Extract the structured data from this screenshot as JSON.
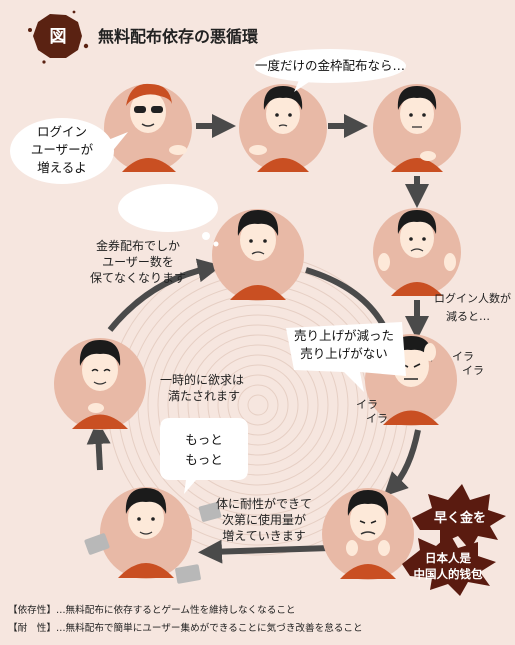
{
  "header": {
    "badge": "図",
    "title": "無料配布依存の悪循環"
  },
  "colors": {
    "background": "#f6e6df",
    "circle": "#e8b9a6",
    "circle_edge": "#d9a48e",
    "arrow": "#4a4a4a",
    "badge": "#5a2212",
    "shirt": "#c94f22",
    "hair": "#1b1b1b",
    "skin": "#fde9d9",
    "starburst": "#5a1b10"
  },
  "labels": {
    "top_speech": "一度だけの金枠配布なら…",
    "login_bubble": [
      "ログイン",
      "ユーザーが",
      "増えるよ"
    ],
    "login_drop": [
      "ログイン人数が",
      "減ると…"
    ],
    "sales_bubble": [
      "売り上げが減った",
      "売り上げがない"
    ],
    "ira_top": [
      "イラ",
      "イラ"
    ],
    "ira_bottom": [
      "イラ",
      "イラ"
    ],
    "cycle_top": [
      "金券配布でしか",
      "ユーザー数を",
      "保てなくなります"
    ],
    "cycle_left": [
      "一時的に欲求は",
      "満たされます"
    ],
    "motto_bubble": [
      "もっと",
      "もっと"
    ],
    "tolerance": [
      "体に耐性ができて",
      "次第に使用量が",
      "増えていきます"
    ],
    "burst_top": "早く金を",
    "burst_bottom": [
      "日本人是",
      "中国人的钱包"
    ]
  },
  "footer": {
    "line1": "【依存性】…無料配布に依存するとゲーム性を維持しなくなること",
    "line2": "【耐　性】…無料配布で簡単にユーザー集めができることに気づき改善を怠ること"
  }
}
